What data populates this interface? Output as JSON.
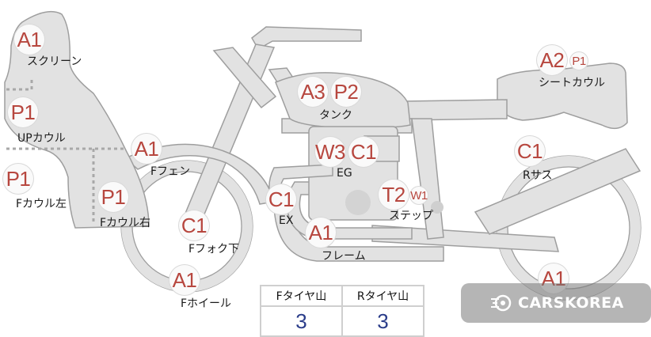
{
  "parts": [
    {
      "id": "screen",
      "grade": "A1",
      "label": "スクリーン"
    },
    {
      "id": "up-cowl",
      "grade": "P1",
      "label": "UPカウル"
    },
    {
      "id": "f-cowl-left",
      "grade": "P1",
      "label": "Fカウル左"
    },
    {
      "id": "f-cowl-right",
      "grade": "P1",
      "label": "Fカウル右"
    },
    {
      "id": "f-fender",
      "grade": "A1",
      "label": "Fフェン"
    },
    {
      "id": "f-fork-lower",
      "grade": "C1",
      "label": "Fフォク下"
    },
    {
      "id": "f-wheel",
      "grade": "A1",
      "label": "Fホイール"
    },
    {
      "id": "tank",
      "grade": "A3",
      "grade2": "P2",
      "label": "タンク"
    },
    {
      "id": "engine",
      "grade": "W3",
      "grade2": "C1",
      "label": "EG"
    },
    {
      "id": "exhaust",
      "grade": "C1",
      "label": "EX"
    },
    {
      "id": "step",
      "grade": "T2",
      "grade2": "W1",
      "label": "ステップ"
    },
    {
      "id": "frame",
      "grade": "A1",
      "label": "フレーム"
    },
    {
      "id": "seat-cowl",
      "grade": "A2",
      "grade2": "P1",
      "label": "シートカウル"
    },
    {
      "id": "r-suspension",
      "grade": "C1",
      "label": "Rサス"
    },
    {
      "id": "r-wheel",
      "grade": "A1",
      "label": ""
    }
  ],
  "tire_tread": {
    "front_label": "Fタイヤ山",
    "front_value": "3",
    "rear_label": "Rタイヤ山",
    "rear_value": "3"
  },
  "watermark": {
    "text": "CARSKOREA",
    "icon": "carskorea-logo-icon"
  }
}
